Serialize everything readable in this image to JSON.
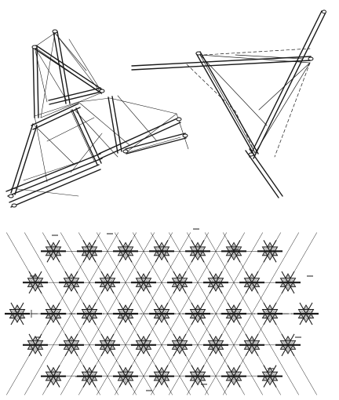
{
  "colors": {
    "ink": "#1a1a1a",
    "background": "#ffffff",
    "hatch": "#9a9a9a",
    "fill_light": "#c8c8c8"
  },
  "figures": [
    {
      "id": "tensegrity-cluster",
      "kind": "tensegrity-model"
    },
    {
      "id": "tensegrity-tripod",
      "kind": "tensegrity-model"
    },
    {
      "id": "tensegrity-plan-grid",
      "kind": "triangular-grid-plan"
    }
  ]
}
